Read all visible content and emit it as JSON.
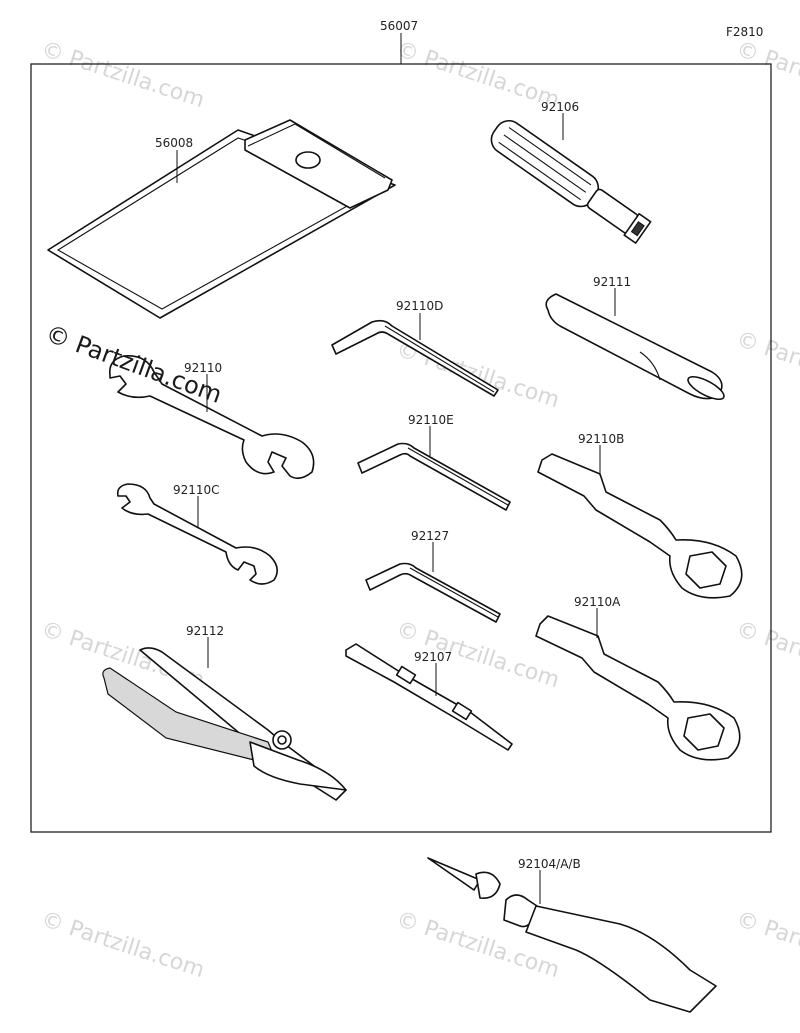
{
  "figure_code": "F2810",
  "watermark": {
    "main": "© Partzilla.com",
    "faint": "© Partzilla.com"
  },
  "parts": [
    {
      "id": "56007",
      "label": "56007"
    },
    {
      "id": "56008",
      "label": "56008"
    },
    {
      "id": "92106",
      "label": "92106"
    },
    {
      "id": "92110D",
      "label": "92110D"
    },
    {
      "id": "92111",
      "label": "92111"
    },
    {
      "id": "92110",
      "label": "92110"
    },
    {
      "id": "92110E",
      "label": "92110E"
    },
    {
      "id": "92110B",
      "label": "92110B"
    },
    {
      "id": "92110C",
      "label": "92110C"
    },
    {
      "id": "92127",
      "label": "92127"
    },
    {
      "id": "92110A",
      "label": "92110A"
    },
    {
      "id": "92112",
      "label": "92112"
    },
    {
      "id": "92107",
      "label": "92107"
    },
    {
      "id": "92104_A_B",
      "label": "92104/A/B"
    }
  ]
}
